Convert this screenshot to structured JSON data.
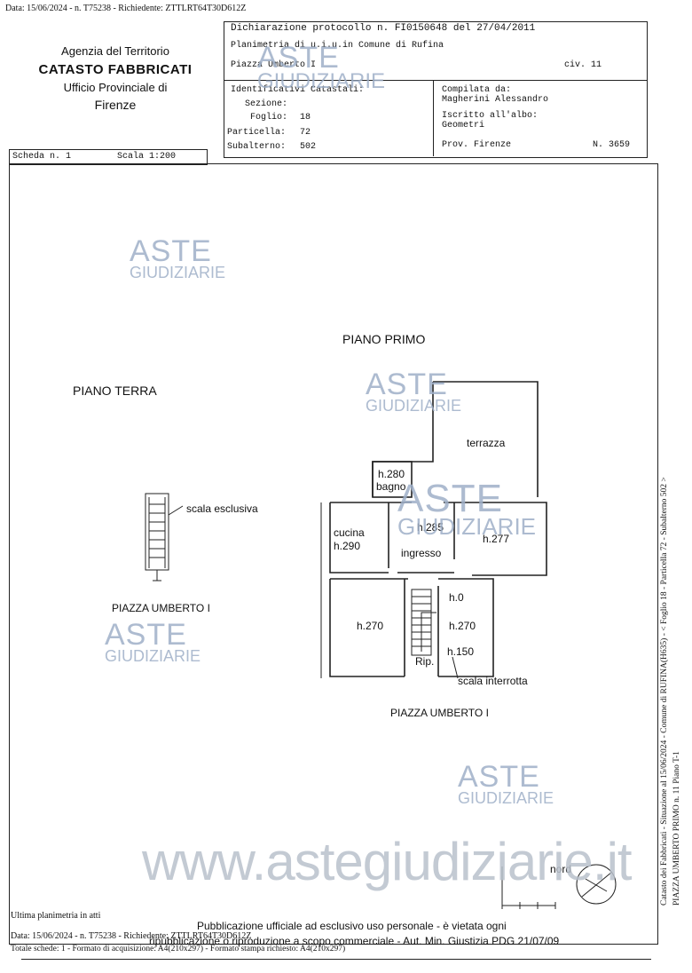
{
  "header_line": "Data: 15/06/2024 - n. T75238 - Richiedente: ZTTLRT64T30D612Z",
  "agency": {
    "line1": "Agenzia del Territorio",
    "line2": "CATASTO FABBRICATI",
    "line3": "Ufficio Provinciale di",
    "line4": "Firenze"
  },
  "protocol": {
    "declaration": "Dichiarazione protocollo n. FI0150648 del 27/04/2011",
    "planimetry": "Planimetria di u.i.u.in Comune di Rufina",
    "address": "Piazza Umberto I",
    "civ": "civ. 11"
  },
  "identifiers": {
    "title": "Identificativi Catastali:",
    "sezione_label": "Sezione:",
    "sezione_value": "",
    "foglio_label": "Foglio:",
    "foglio_value": "18",
    "particella_label": "Particella:",
    "particella_value": "72",
    "subalterno_label": "Subalterno:",
    "subalterno_value": "502"
  },
  "compiler": {
    "label": "Compilata da:",
    "name": "Magherini Alessandro",
    "albo_label": "Iscritto all'albo:",
    "albo_value": "Geometri",
    "prov": "Prov. Firenze",
    "number": "N.  3659"
  },
  "scheda": "Scheda n. 1",
  "scala": "Scala 1:200",
  "plan": {
    "piano_primo": "PIANO PRIMO",
    "piano_terra": "PIANO TERRA",
    "scala_esclusiva": "scala esclusiva",
    "piazza_left": "PIAZZA UMBERTO I",
    "piazza_right": "PIAZZA UMBERTO I",
    "terrazza": "terrazza",
    "h280": "h.280",
    "bagno": "bagno",
    "cucina": "cucina",
    "h290": "h.290",
    "h285": "h.285",
    "ingresso": "ingresso",
    "h277": "h.277",
    "h0": "h.0",
    "h270a": "h.270",
    "h270b": "h.270",
    "h150": "h.150",
    "rip": "Rip.",
    "scala_interrotta": "scala interrotta",
    "nord": "nord"
  },
  "watermark": {
    "aste": "ASTE",
    "giudiziarie": "GIUDIZIARIE",
    "site": "www.astegiudiziarie.it"
  },
  "footer": {
    "ultima": "Ultima planimetria in atti",
    "pub1": "Pubblicazione ufficiale ad esclusivo uso personale - è vietata ogni",
    "data": "Data: 15/06/2024 - n. T75238 - Richiedente: ZTTLRT64T30D612Z",
    "pub2": "ripubblicazione o riproduzione a scopo commerciale - Aut. Min. Giustizia PDG 21/07/09",
    "totale": "Totale schede: 1 - Formato di acquisizione: A4(210x297) - Formato stampa richiesto: A4(210x297)"
  },
  "side": {
    "line1": "Catasto dei Fabbricati - Situazione al 15/06/2024 - Comune di RUFINA(H635) - < Foglio 18 - Particella 72 - Subalterno 502 >",
    "line2": "PIAZZA UMBERTO PRIMO n. 11 Piano T-1"
  }
}
